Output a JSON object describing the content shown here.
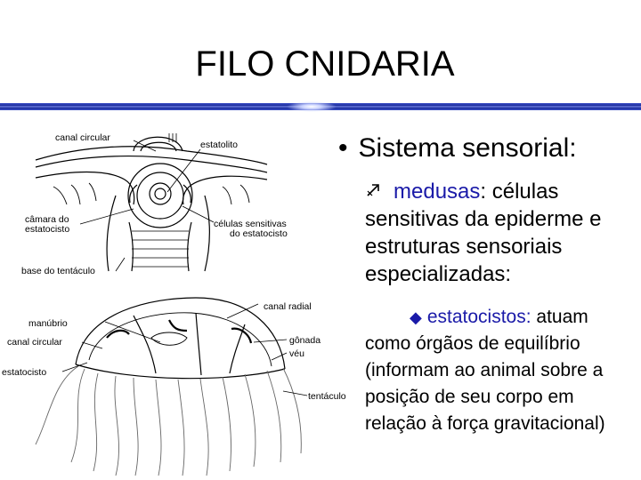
{
  "title": "FILO CNIDARIA",
  "content": {
    "bullet_symbol": "•",
    "heading": "Sistema sensorial:",
    "sub_icon": "arrow-icon",
    "sub_keyword": "medusas",
    "sub_line1_rest": ": células",
    "sub_line2": "sensitivas da epiderme e",
    "sub_line3": "estruturas sensoriais",
    "sub_line4": "especializadas:",
    "item_symbol": "◆",
    "item_keyword": "estatocistos:",
    "item_line1_rest": " atuam",
    "item_line2": "como órgãos de equilíbrio",
    "item_line3": "(informam ao animal sobre a",
    "item_line4": "posição de seu corpo em",
    "item_line5": "relação à força gravitacional)"
  },
  "figure_labels": {
    "canal_circular_top": "canal circular",
    "estatolito": "estatolito",
    "camara_line1": "câmara do",
    "camara_line2": "estatocisto",
    "celulas_line1": "células sensitivas",
    "celulas_line2": "do estatocisto",
    "base_tentaculo": "base do tentáculo",
    "canal_radial": "canal radial",
    "manubrio": "manúbrio",
    "canal_circular_bottom": "canal circular",
    "gonada": "gônada",
    "veu": "véu",
    "estatocisto": "estatocisto",
    "tentaculo": "tentáculo"
  },
  "colors": {
    "accent_blue": "#1a1aa8",
    "rule_blue": "#1f2fa6"
  }
}
